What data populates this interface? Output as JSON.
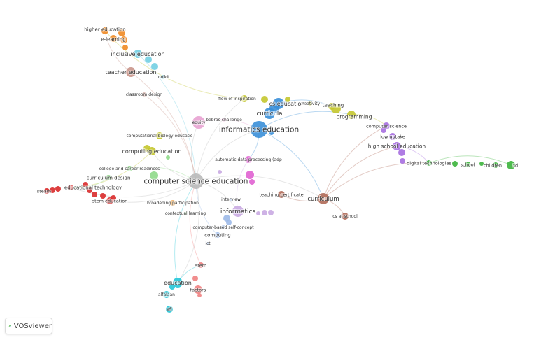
{
  "app": {
    "logo_text": "VOSviewer"
  },
  "clusters": {
    "orange": "#f08a24",
    "lightblue": "#72cfe2",
    "rosybrown": "#c9958a",
    "pink": "#e8a2d2",
    "yellow": "#c4c62e",
    "blue": "#3a8fd8",
    "purple": "#a66ee0",
    "green": "#3cb43c",
    "lightgreen": "#8fd98a",
    "red": "#d92a2a",
    "grey": "#b9b9b9",
    "magenta": "#e062d2",
    "brown": "#b06a58",
    "lavender": "#c9aae2",
    "paleblue": "#9cb9e8",
    "peach": "#f2b062",
    "cyan": "#26c6d8",
    "salmon": "#f08282"
  },
  "nodes": [
    {
      "label": "higher education",
      "cluster": "orange"
    },
    {
      "label": "e-learning",
      "cluster": "orange"
    },
    {
      "label": "inclusive education",
      "cluster": "lightblue"
    },
    {
      "label": "toolkit",
      "cluster": "lightblue"
    },
    {
      "label": "teacher education",
      "cluster": "rosybrown"
    },
    {
      "label": "classroom design",
      "cluster": "rosybrown"
    },
    {
      "label": "equity",
      "cluster": "pink"
    },
    {
      "label": "bebras challenge",
      "cluster": "pink"
    },
    {
      "label": "flow of inspiration",
      "cluster": "yellow"
    },
    {
      "label": "creativity",
      "cluster": "yellow"
    },
    {
      "label": "teaching",
      "cluster": "yellow"
    },
    {
      "label": "programming",
      "cluster": "yellow"
    },
    {
      "label": "computational biology educatio",
      "cluster": "yellow"
    },
    {
      "label": "computing education",
      "cluster": "yellow"
    },
    {
      "label": "cs education",
      "cluster": "blue"
    },
    {
      "label": "curricula",
      "cluster": "blue"
    },
    {
      "label": "informatics education",
      "cluster": "blue"
    },
    {
      "label": "computer science",
      "cluster": "purple"
    },
    {
      "label": "low uptake",
      "cluster": "purple"
    },
    {
      "label": "high school education",
      "cluster": "purple"
    },
    {
      "label": "digital technologies",
      "cluster": "green"
    },
    {
      "label": "school",
      "cluster": "green"
    },
    {
      "label": "children",
      "cluster": "green"
    },
    {
      "label": "3d",
      "cluster": "green"
    },
    {
      "label": "college and career readiness",
      "cluster": "lightgreen"
    },
    {
      "label": "curriculum design",
      "cluster": "lightgreen"
    },
    {
      "label": "contextual learning",
      "cluster": "lightgreen"
    },
    {
      "label": "steam",
      "cluster": "red"
    },
    {
      "label": "educational technology",
      "cluster": "red"
    },
    {
      "label": "stem education",
      "cluster": "red"
    },
    {
      "label": "computer science education",
      "cluster": "grey"
    },
    {
      "label": "automatic data processing (adp",
      "cluster": "magenta"
    },
    {
      "label": "teaching certificate",
      "cluster": "brown"
    },
    {
      "label": "curriculum",
      "cluster": "brown"
    },
    {
      "label": "cs at school",
      "cluster": "brown"
    },
    {
      "label": "informatics",
      "cluster": "lavender"
    },
    {
      "label": "interview",
      "cluster": "paleblue"
    },
    {
      "label": "computer-based self-concept",
      "cluster": "paleblue"
    },
    {
      "label": "computing",
      "cluster": "paleblue"
    },
    {
      "label": "ict",
      "cluster": "paleblue"
    },
    {
      "label": "broadening participation",
      "cluster": "peach"
    },
    {
      "label": "education",
      "cluster": "cyan"
    },
    {
      "label": "alfalaan",
      "cluster": "cyan"
    },
    {
      "label": "efl",
      "cluster": "cyan"
    },
    {
      "label": "stem",
      "cluster": "salmon"
    },
    {
      "label": "factors",
      "cluster": "salmon"
    }
  ]
}
